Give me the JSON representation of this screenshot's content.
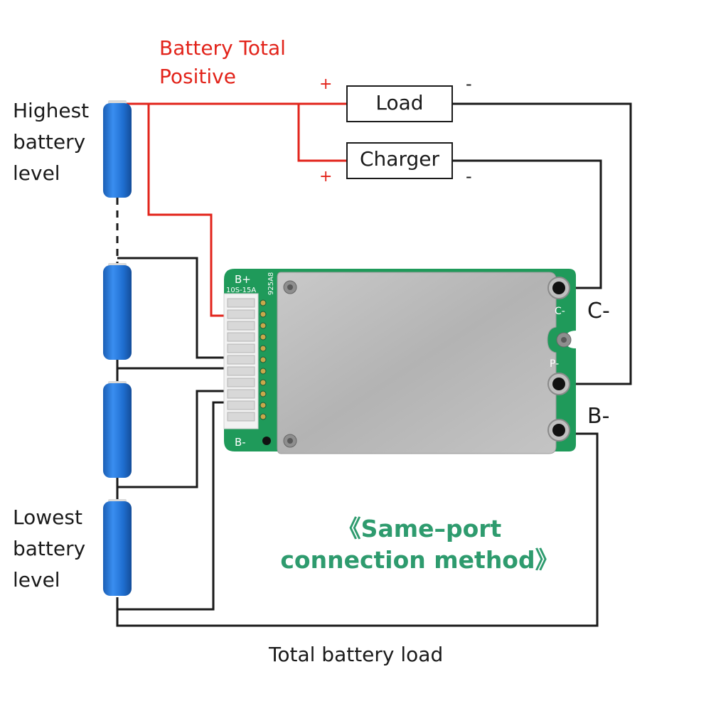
{
  "title": {
    "line1": "Battery Total",
    "line2": "Positive"
  },
  "labels": {
    "highest": [
      "Highest",
      "battery",
      "level"
    ],
    "lowest": [
      "Lowest",
      "battery",
      "level"
    ],
    "load": "Load",
    "charger": "Charger",
    "plus_load": "+",
    "plus_charger": "+",
    "minus_load": "-",
    "minus_charger": "-",
    "c_minus": "C-",
    "b_minus": "B-",
    "total_load": "Total battery load"
  },
  "board": {
    "b_plus": "B+",
    "model": "10S-15A",
    "code": "925A8",
    "b_minus": "B-",
    "c_minus_pad": "C-",
    "p_minus_pad": "P-"
  },
  "method": {
    "line1": "《Same–port",
    "line2": "connection method》"
  },
  "colors": {
    "positive_wire": "#e2231a",
    "wire": "#1a1a1a",
    "battery": "#1f6fd1",
    "pcb": "#1f9a5a",
    "method_text": "#2e9b6e"
  }
}
